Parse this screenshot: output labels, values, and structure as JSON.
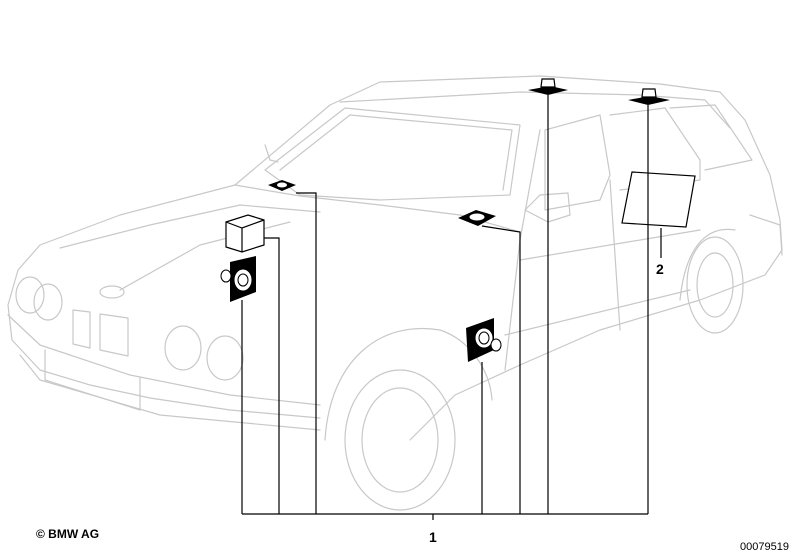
{
  "diagram": {
    "callouts": [
      {
        "label": "1"
      },
      {
        "label": "2"
      }
    ]
  },
  "footer": {
    "copyright": "© BMW AG",
    "document_number": "00079519"
  }
}
